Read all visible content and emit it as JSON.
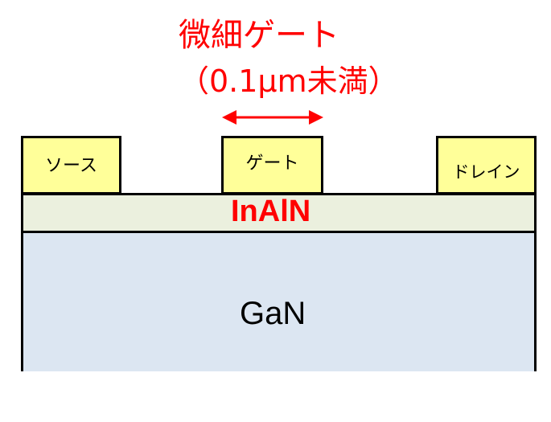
{
  "annotation": {
    "line1": "微細ゲート",
    "line2": "（0.1μm未満）",
    "color": "#ff0000"
  },
  "electrodes": {
    "source": "ソース",
    "gate": "ゲート",
    "drain": "ドレイン",
    "fill_color": "#ffff99"
  },
  "layers": {
    "barrier": {
      "label": "InAlN",
      "fill_color": "#ebf0de",
      "label_color": "#ff0000"
    },
    "substrate": {
      "label": "GaN",
      "fill_color": "#dce6f2"
    }
  },
  "icons": {
    "dimension_arrow": "double-headed-arrow-icon"
  }
}
